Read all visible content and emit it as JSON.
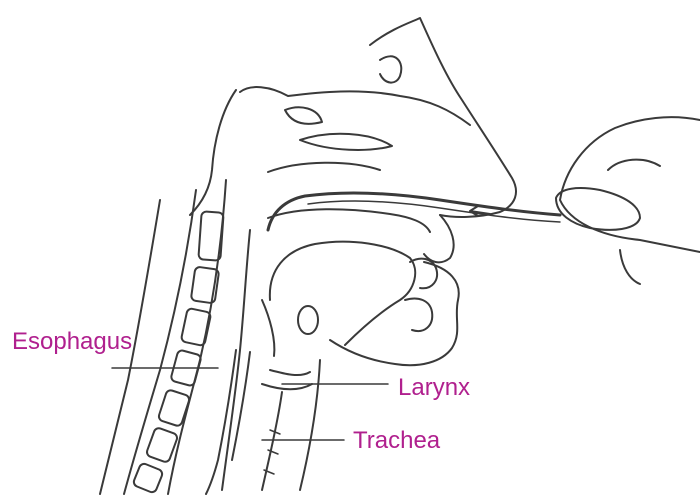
{
  "labels": {
    "esophagus": "Esophagus",
    "larynx": "Larynx",
    "trachea": "Trachea"
  },
  "colors": {
    "label_text": "#b0208e",
    "ink": "#3a3a3a"
  }
}
